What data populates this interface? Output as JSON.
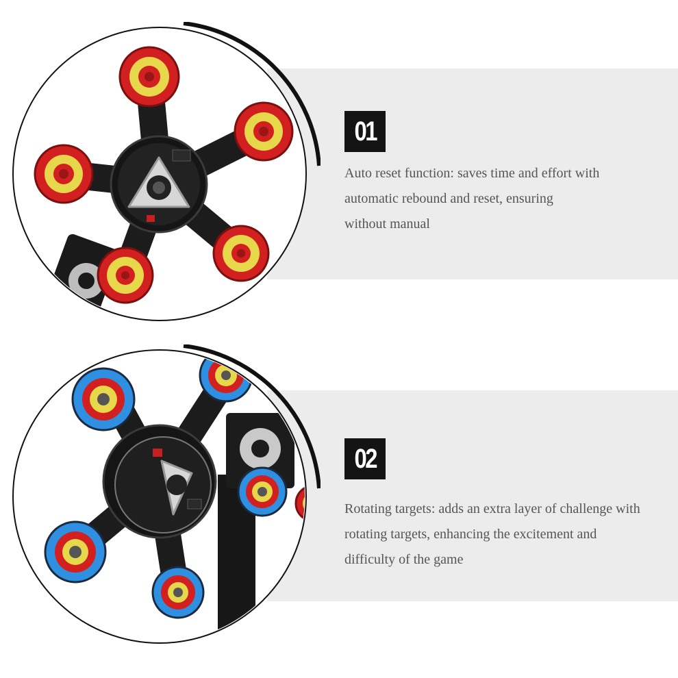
{
  "features": [
    {
      "number": "01",
      "lines": [
        "Auto reset function: saves time and effort with",
        "automatic rebound and reset, ensuring",
        "without manual"
      ],
      "image": "red-yellow-target-spinner-photo"
    },
    {
      "number": "02",
      "lines": [
        "Rotating targets: adds an extra layer of challenge with",
        "rotating targets, enhancing the excitement and",
        "difficulty of the game"
      ],
      "image": "blue-red-target-spinner-photo"
    }
  ],
  "colors": {
    "band": "#ececec",
    "badge": "#141414",
    "text": "#555555",
    "target_red": "#d21f1f",
    "target_yellow": "#e6d84a",
    "target_blue": "#2f8fe0"
  }
}
